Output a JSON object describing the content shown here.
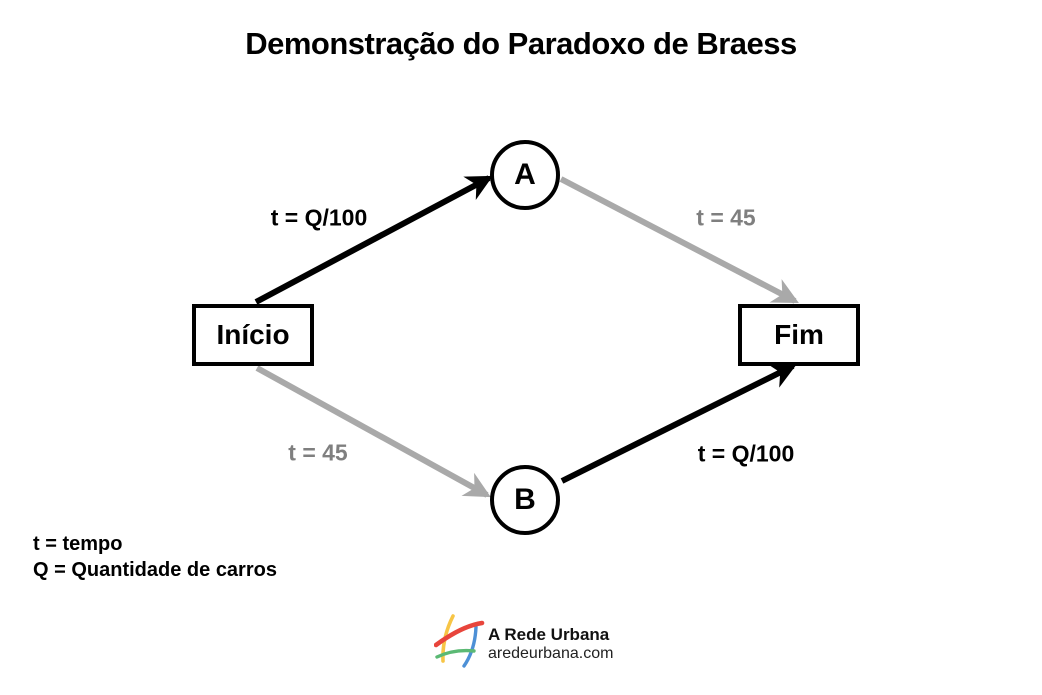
{
  "title": "Demonstração do Paradoxo de Braess",
  "nodes": {
    "start": {
      "label": "Início"
    },
    "a": {
      "label": "A"
    },
    "b": {
      "label": "B"
    },
    "end": {
      "label": "Fim"
    }
  },
  "edges": [
    {
      "from": "Início",
      "to": "A",
      "label": "t = Q/100",
      "color": "#000000"
    },
    {
      "from": "A",
      "to": "Fim",
      "label": "t = 45",
      "color": "#a9a9a9"
    },
    {
      "from": "Início",
      "to": "B",
      "label": "t = 45",
      "color": "#a9a9a9"
    },
    {
      "from": "B",
      "to": "Fim",
      "label": "t = Q/100",
      "color": "#000000"
    }
  ],
  "legend": {
    "line1": "t = tempo",
    "line2": "Q = Quantidade de carros"
  },
  "footer": {
    "brand": "A Rede Urbana",
    "website": "aredeurbana.com",
    "logo_icon": "curved-lattice-icon",
    "logo_colors": {
      "red": "#e8453c",
      "yellow": "#f7c546",
      "green": "#5bb974",
      "blue": "#4d90d6"
    }
  },
  "colors": {
    "background": "#ffffff",
    "edge_black": "#000000",
    "edge_gray": "#a9a9a9",
    "gray_label_text": "#7f7f7f"
  }
}
